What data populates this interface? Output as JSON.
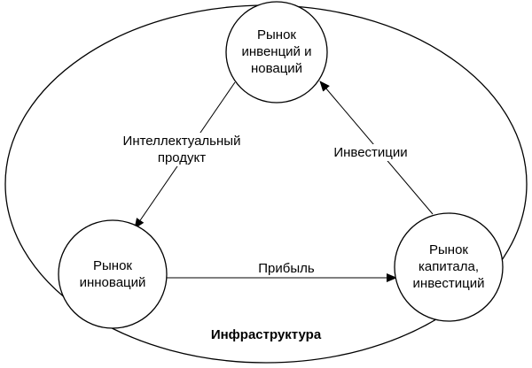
{
  "nodes": {
    "top": {
      "label": "Рынок\nинвенций и\nноваций"
    },
    "left": {
      "label": "Рынок\nинноваций"
    },
    "right": {
      "label": "Рынок\nкапитала,\nинвестиций"
    }
  },
  "edges": {
    "top_to_left": {
      "label": "Интеллектуальный\nпродукт"
    },
    "left_to_right": {
      "label": "Прибыль"
    },
    "right_to_top": {
      "label": "Инвестиции"
    }
  },
  "infrastructure": {
    "label": "Инфраструктура"
  },
  "colors": {
    "stroke": "#000000",
    "background": "#ffffff"
  }
}
